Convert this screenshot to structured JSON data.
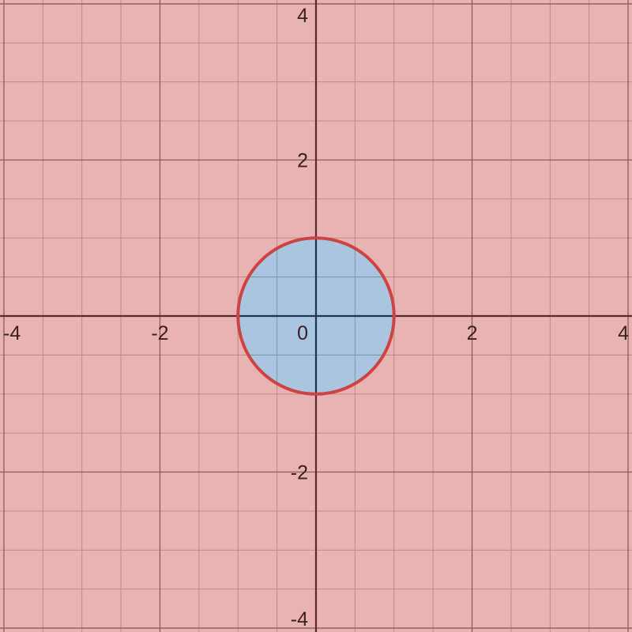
{
  "chart_data": {
    "type": "area",
    "xlim": [
      -4.05,
      4.05
    ],
    "ylim": [
      -4.05,
      4.05
    ],
    "grid": true,
    "minor_grid_step": 0.5,
    "major_grid_step": 2,
    "x_ticks": [
      {
        "value": -4,
        "label": "-4"
      },
      {
        "value": -2,
        "label": "-2"
      },
      {
        "value": 2,
        "label": "2"
      },
      {
        "value": 4,
        "label": "4"
      }
    ],
    "y_ticks": [
      {
        "value": 4,
        "label": "4"
      },
      {
        "value": 2,
        "label": "2"
      },
      {
        "value": -2,
        "label": "-2"
      },
      {
        "value": -4,
        "label": "-4"
      }
    ],
    "origin_label": "0",
    "regions": [
      {
        "shape": "plane-outside-circle",
        "center": [
          0,
          0
        ],
        "radius": 1,
        "color": "#eab3b3"
      },
      {
        "shape": "disk",
        "center": [
          0,
          0
        ],
        "radius": 1,
        "color": "#aac5e0"
      }
    ],
    "curves": [
      {
        "shape": "circle",
        "center": [
          0,
          0
        ],
        "radius": 1,
        "color": "#cc4444"
      }
    ],
    "colors": {
      "minor_grid": "#b88585",
      "major_grid": "#8a5c5c",
      "axes": "#5a2a2a",
      "axes_inside_disk": "#1e3550"
    }
  }
}
